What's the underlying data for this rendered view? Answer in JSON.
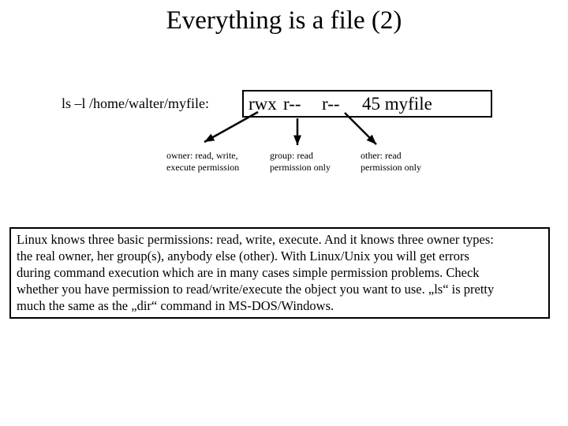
{
  "slide": {
    "title": "Everything is a file (2)",
    "command_label": "ls –l /home/walter/myfile:",
    "permissions_box": {
      "owner_perms": "rwx",
      "group_perms": "r--",
      "other_perms": "r--",
      "file_info": "45 myfile"
    },
    "annotations": {
      "owner": {
        "line1": "owner: read, write,",
        "line2": "execute permission"
      },
      "group": {
        "line1": "group: read",
        "line2": "permission only"
      },
      "other": {
        "line1": "other: read",
        "line2": "permission only"
      }
    },
    "note_box": {
      "lines": [
        "Linux knows three basic permissions: read, write, execute. And it knows three owner types:",
        "the real owner, her group(s), anybody else (other). With Linux/Unix you will get errors",
        "during command execution which are in many cases simple permission problems. Check",
        "whether you have permission to read/write/execute the object you want to use. „ls“ is pretty",
        "much the same as the „dir“ command in MS-DOS/Windows."
      ]
    },
    "colors": {
      "background": "#ffffff",
      "text": "#000000",
      "border": "#000000"
    }
  }
}
